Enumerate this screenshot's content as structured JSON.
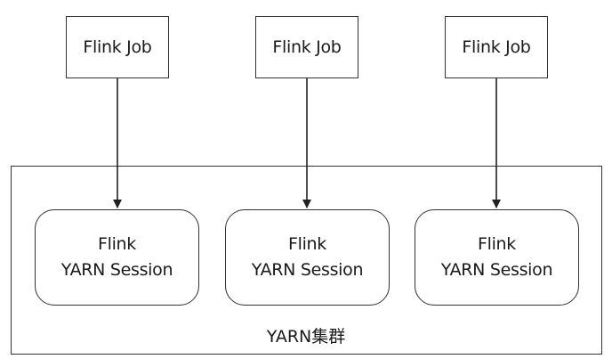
{
  "diagram": {
    "jobs": [
      {
        "label": "Flink Job"
      },
      {
        "label": "Flink Job"
      },
      {
        "label": "Flink Job"
      }
    ],
    "sessions": [
      {
        "line1": "Flink",
        "line2": "YARN Session"
      },
      {
        "line1": "Flink",
        "line2": "YARN Session"
      },
      {
        "line1": "Flink",
        "line2": "YARN Session"
      }
    ],
    "cluster": {
      "label": "YARN集群"
    }
  }
}
